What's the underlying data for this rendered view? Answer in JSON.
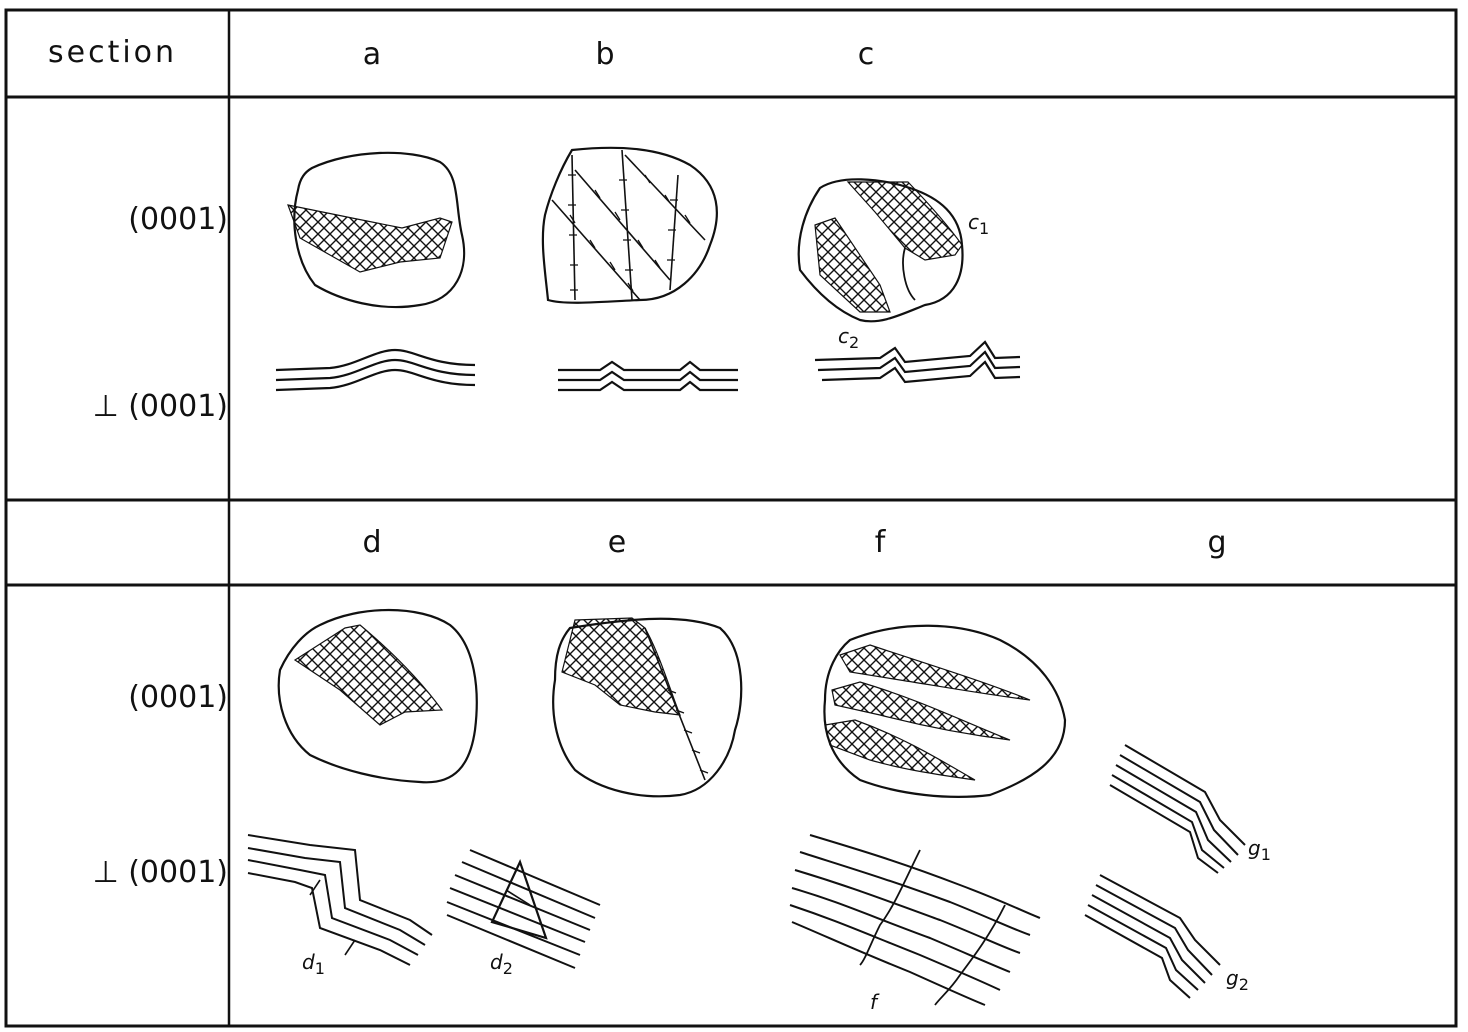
{
  "header": {
    "section_label": "section"
  },
  "columns_top": [
    "a",
    "b",
    "c"
  ],
  "columns_bottom": [
    "d",
    "e",
    "f",
    "g"
  ],
  "rows": {
    "parallel": "(0001)",
    "perpendicular": "⊥ (0001)"
  },
  "sublabels": {
    "c1": "c",
    "c1_idx": "1",
    "c2": "c",
    "c2_idx": "2",
    "d1": "d",
    "d1_idx": "1",
    "d2": "d",
    "d2_idx": "2",
    "f": "f",
    "g1": "g",
    "g1_idx": "1",
    "g2": "g",
    "g2_idx": "2"
  }
}
